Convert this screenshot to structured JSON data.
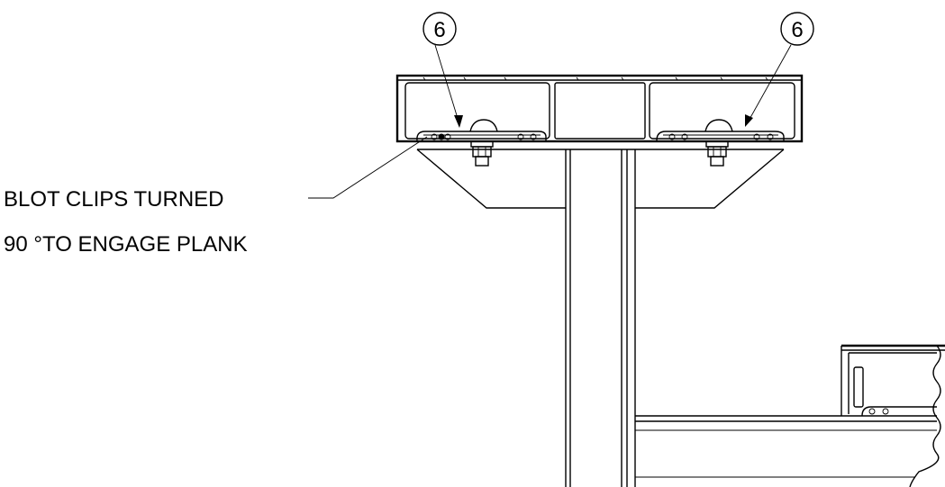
{
  "callouts": [
    {
      "label": "6"
    },
    {
      "label": "6"
    }
  ],
  "note": {
    "line1": "BLOT CLIPS TURNED",
    "line2": "90 °TO ENGAGE PLANK"
  }
}
